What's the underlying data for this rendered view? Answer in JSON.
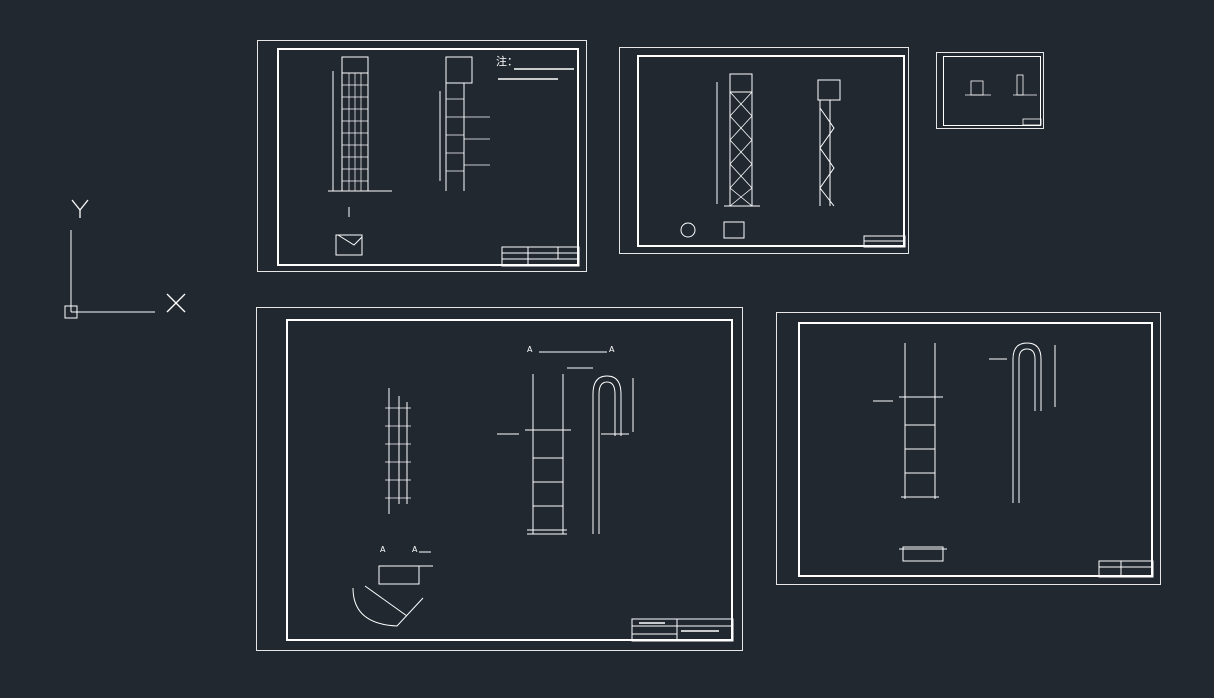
{
  "app": {
    "background_color": "#212830",
    "line_color": "#ffffff",
    "frame_color": "#e6e6e6"
  },
  "ucs": {
    "x_axis_label": "X",
    "y_axis_label": "Y",
    "icon": "ucs-origin-icon"
  },
  "sheets": [
    {
      "id": "sheet-1",
      "note_title": "注："
    },
    {
      "id": "sheet-2"
    },
    {
      "id": "sheet-3"
    },
    {
      "id": "sheet-4",
      "section_label_left": "A",
      "section_label_right": "A",
      "section_label_left_2": "A",
      "section_label_right_2": "A"
    },
    {
      "id": "sheet-5"
    }
  ]
}
